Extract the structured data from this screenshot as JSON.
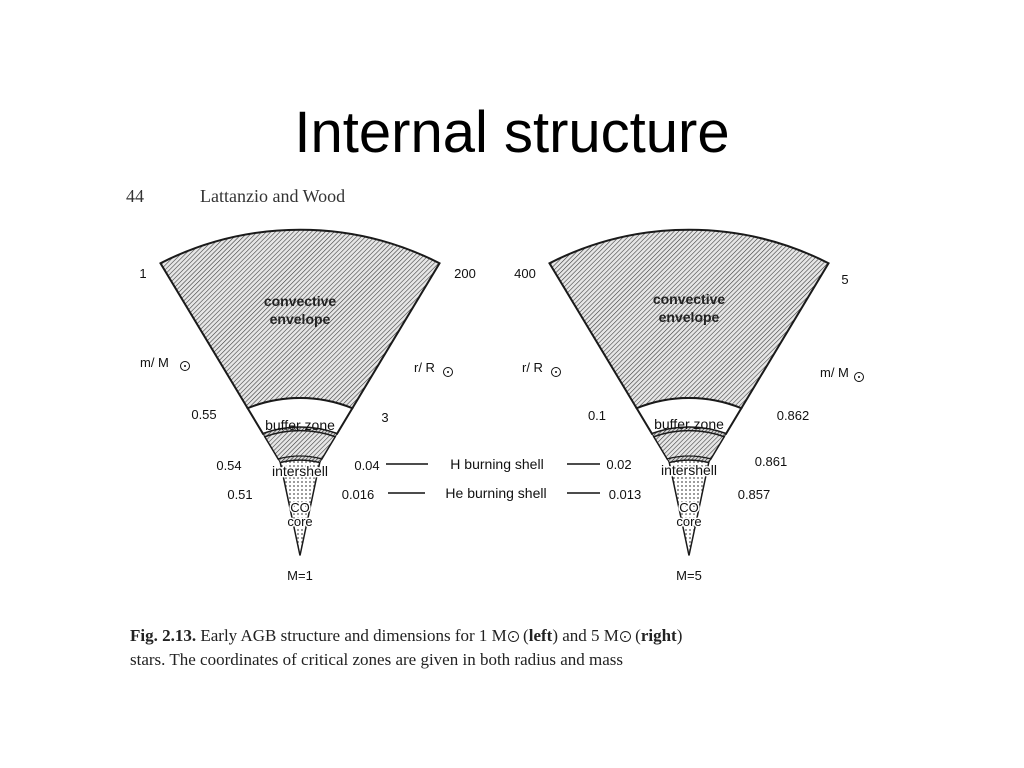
{
  "slide": {
    "title": "Internal structure"
  },
  "book_header": {
    "page_number": "44",
    "authors": "Lattanzio and Wood"
  },
  "diagrams": [
    {
      "id": "left",
      "zones": {
        "envelope": [
          "convective",
          "envelope"
        ],
        "buffer": "buffer zone",
        "intershell": "intershell",
        "core": [
          "CO",
          "core"
        ]
      },
      "left_labels": {
        "top": "1",
        "axis": "m/ M",
        "buffer": "0.55",
        "intershell": "0.54",
        "core": "0.51"
      },
      "right_labels": {
        "top": "200",
        "axis": "r/ R",
        "buffer": "3",
        "intershell": "0.04",
        "core": "0.016"
      },
      "bottom": "M=1"
    },
    {
      "id": "right",
      "zones": {
        "envelope": [
          "convective",
          "envelope"
        ],
        "buffer": "buffer zone",
        "intershell": "intershell",
        "core": [
          "CO",
          "core"
        ]
      },
      "left_labels": {
        "top": "400",
        "axis": "r/ R",
        "buffer": "0.1",
        "intershell": "0.02",
        "core": "0.013"
      },
      "right_labels": {
        "top": "5",
        "axis": "m/ M",
        "buffer": "0.862",
        "intershell": "0.861",
        "core": "0.857"
      },
      "bottom": "M=5"
    }
  ],
  "connectors": {
    "h_shell": "H burning shell",
    "he_shell": "He burning shell"
  },
  "caption": {
    "fig": "Fig. 2.13.",
    "t1": "Early AGB structure and dimensions for 1",
    "m": "M",
    "t2": "(",
    "left": "left",
    "t3": ") and 5",
    "t4": "(",
    "right": "right",
    "t5": ")",
    "line2": "stars. The coordinates of critical zones are given in both radius and mass"
  },
  "colors": {
    "ink": "#1a1a1a",
    "hatch_fill": "#bdbdbd",
    "core_dots": "#6e6e6e"
  }
}
